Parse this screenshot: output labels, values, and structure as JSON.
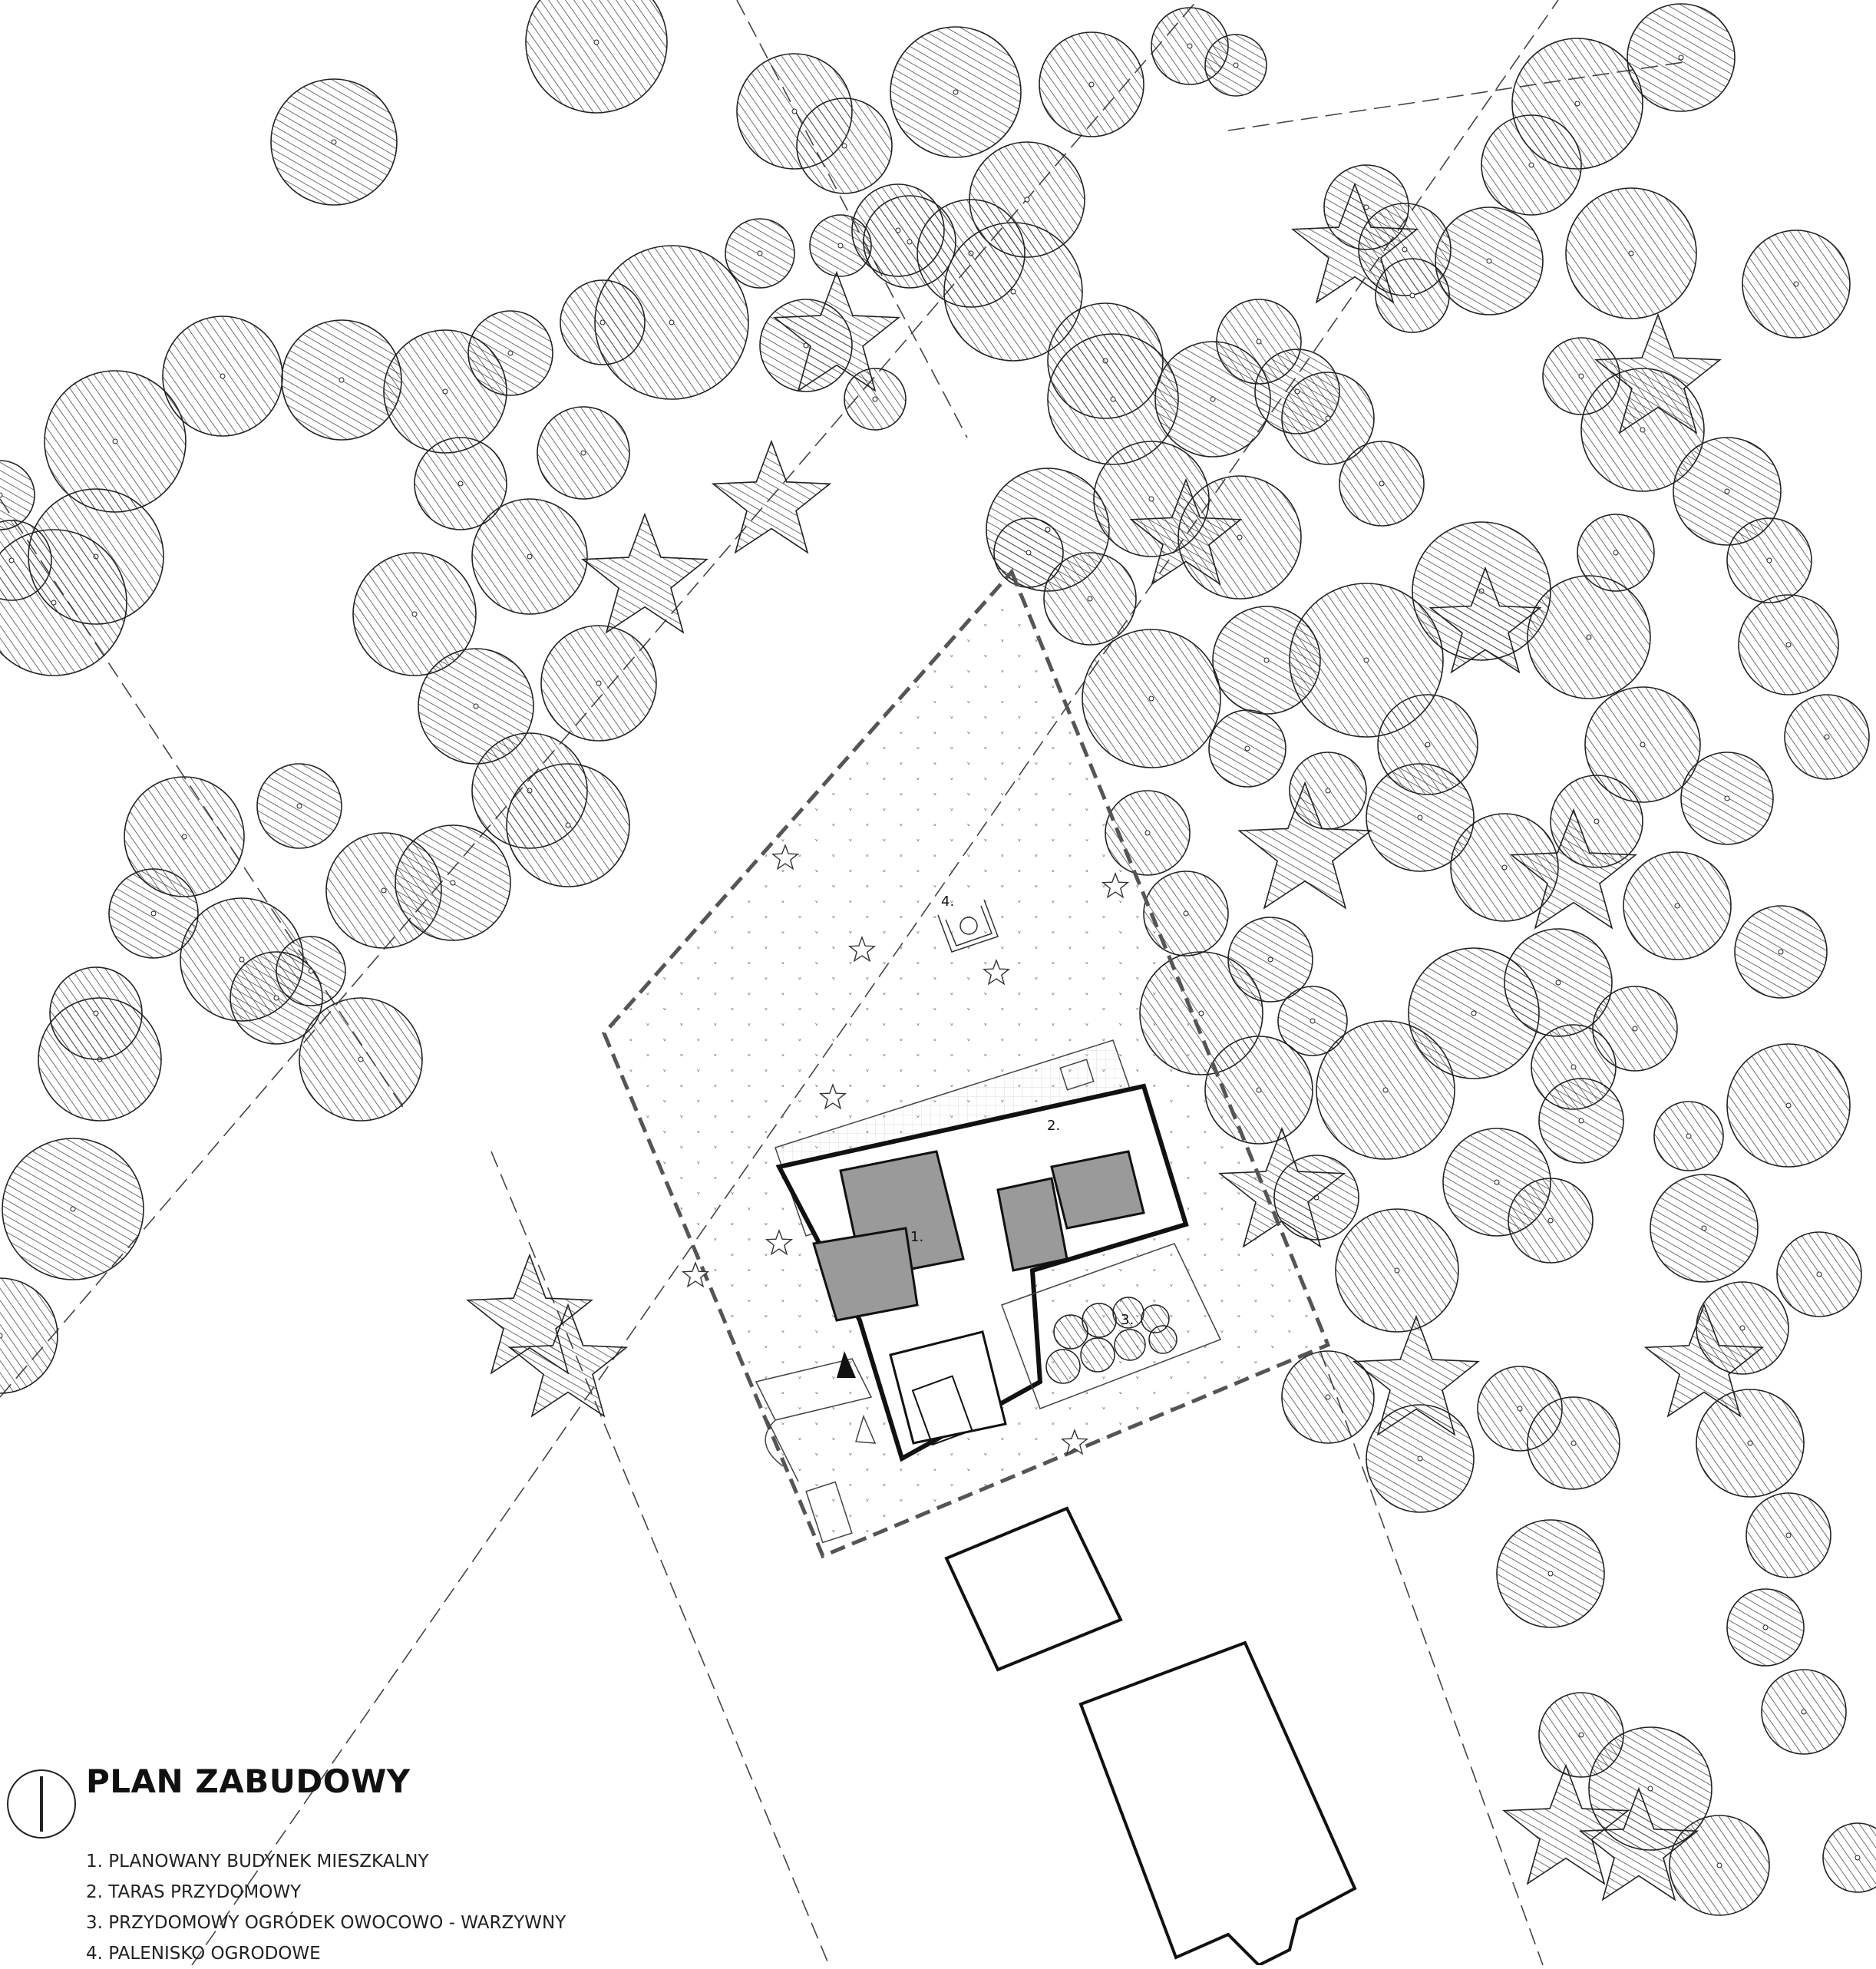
{
  "legend": {
    "title": "PLAN ZABUDOWY",
    "items": [
      "1. PLANOWANY BUDYNEK MIESZKALNY",
      "2. TARAS PRZYDOMOWY",
      "3. PRZYDOMOWY OGRÓDEK OWOCOWO - WARZYWNY",
      "4. PALENISKO OGRODOWE"
    ]
  },
  "plan_labels": {
    "building": "1.",
    "terrace": "2.",
    "garden": "3.",
    "firepit": "4."
  },
  "colors": {
    "line": "#222222",
    "hatch": "#333333",
    "building_fill": "#9a9a9a",
    "background": "#ffffff"
  }
}
